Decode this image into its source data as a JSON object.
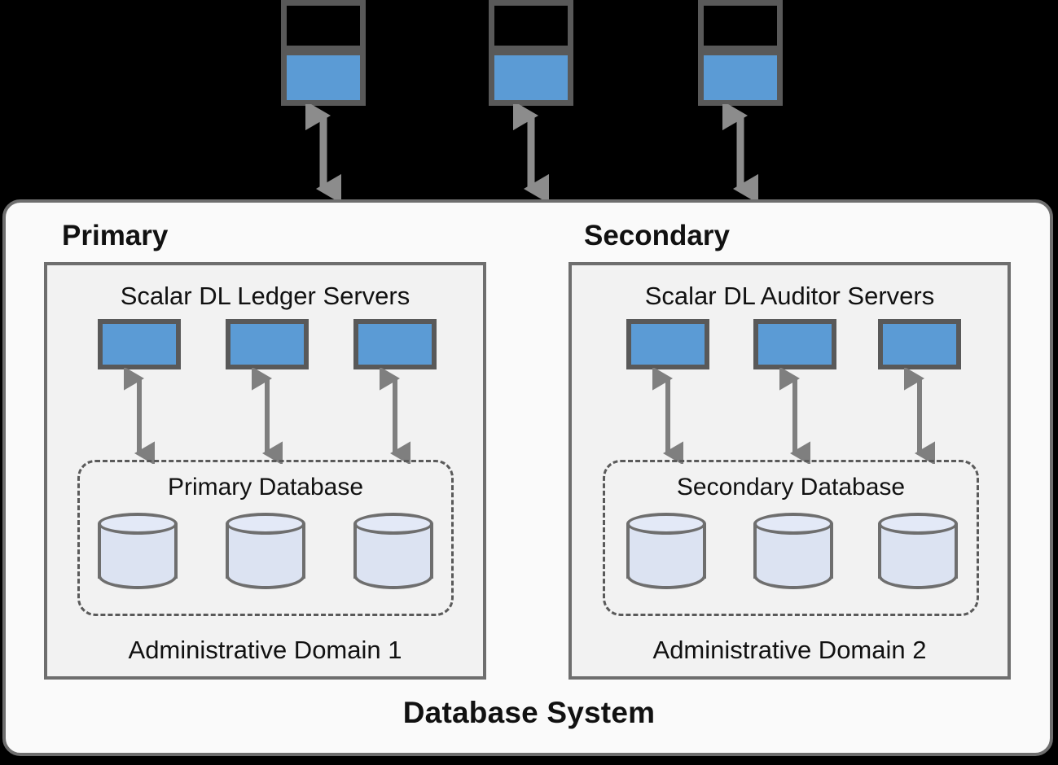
{
  "diagram": {
    "title": "Scalar DL Primary/Secondary Database System Architecture",
    "colors": {
      "node_blue": "#5B9BD5",
      "node_border": "#595959",
      "cylinder_fill": "#DCE3F2",
      "cylinder_border": "#6E6E6E",
      "panel_fill": "#F2F2F2",
      "container_fill": "#FAFAFA",
      "container_border": "#6E6E6E",
      "arrow_gray": "#8C8C8C",
      "background": "#000000"
    },
    "clients": [
      {
        "name": "client-terminal-1"
      },
      {
        "name": "client-terminal-2"
      },
      {
        "name": "client-terminal-3"
      }
    ],
    "client_links": [
      {
        "name": "client-link-1",
        "kind": "bidirectional-arrow"
      },
      {
        "name": "client-link-2",
        "kind": "bidirectional-arrow"
      },
      {
        "name": "client-link-3",
        "kind": "bidirectional-arrow"
      }
    ],
    "system": {
      "label": "Database System"
    },
    "sites": [
      {
        "id": "primary",
        "heading": "Primary",
        "panel": {
          "servers_title": "Scalar DL Ledger Servers",
          "footer": "Administrative Domain 1",
          "database_title": "Primary Database",
          "servers": [
            {
              "name": "ledger-server-1"
            },
            {
              "name": "ledger-server-2"
            },
            {
              "name": "ledger-server-3"
            }
          ],
          "databases": [
            {
              "name": "primary-db-node-1"
            },
            {
              "name": "primary-db-node-2"
            },
            {
              "name": "primary-db-node-3"
            }
          ]
        }
      },
      {
        "id": "secondary",
        "heading": "Secondary",
        "panel": {
          "servers_title": "Scalar DL Auditor Servers",
          "footer": "Administrative Domain 2",
          "database_title": "Secondary Database",
          "servers": [
            {
              "name": "auditor-server-1"
            },
            {
              "name": "auditor-server-2"
            },
            {
              "name": "auditor-server-3"
            }
          ],
          "databases": [
            {
              "name": "secondary-db-node-1"
            },
            {
              "name": "secondary-db-node-2"
            },
            {
              "name": "secondary-db-node-3"
            }
          ]
        }
      }
    ]
  }
}
